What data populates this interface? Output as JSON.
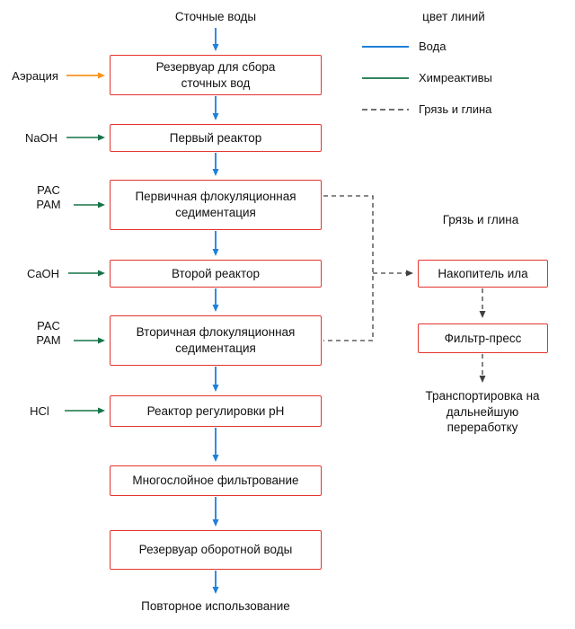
{
  "colors": {
    "box_border": "#e5332d",
    "water_arrow": "#1e80d9",
    "chemical_arrow": "#157347",
    "aeration_arrow": "#f7941d",
    "sludge_line": "#404040"
  },
  "flow": {
    "source_label": "Сточные воды",
    "boxes": [
      {
        "label": "Резервуар для сбора\nсточных вод"
      },
      {
        "label": "Первый реактор"
      },
      {
        "label": "Первичная флокуляционная\nседиментация"
      },
      {
        "label": "Второй реактор"
      },
      {
        "label": "Вторичная флокуляционная\nседиментация"
      },
      {
        "label": "Реактор регулировки pH"
      },
      {
        "label": "Многослойное фильтрование"
      },
      {
        "label": "Резервуар оборотной воды"
      }
    ],
    "sink_label": "Повторное использование"
  },
  "inputs": {
    "aeration": "Аэрация",
    "naoh": "NaOH",
    "pac_pam_1": "PAC\nPAM",
    "caoh": "CaOH",
    "pac_pam_2": "PAC\nPAM",
    "hcl": "HCl"
  },
  "legend": {
    "title": "цвет линий",
    "items": [
      {
        "label": "Вода",
        "style": "solid-blue"
      },
      {
        "label": "Химреактивы",
        "style": "solid-green"
      },
      {
        "label": "Грязь и глина",
        "style": "dashed-black"
      }
    ]
  },
  "sludge": {
    "branch_label": "Грязь и глина",
    "boxes": [
      {
        "label": "Накопитель ила"
      },
      {
        "label": "Фильтр-пресс"
      }
    ],
    "output_label": "Транспортировка на\nдальнейшую\nпереработку"
  }
}
